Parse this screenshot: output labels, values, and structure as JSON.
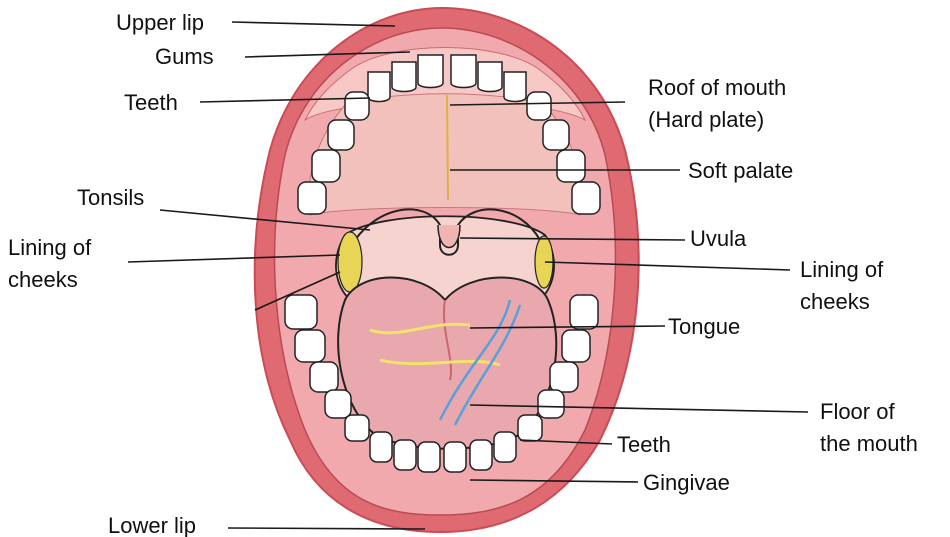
{
  "labels": {
    "upper_lip": "Upper lip",
    "gums": "Gums",
    "teeth_left": "Teeth",
    "tonsils": "Tonsils",
    "lining_left_1": "Lining of",
    "lining_left_2": "cheeks",
    "lower_lip": "Lower lip",
    "roof_1": "Roof of mouth",
    "roof_2": "(Hard plate)",
    "soft_palate": "Soft palate",
    "uvula": "Uvula",
    "lining_right_1": "Lining of",
    "lining_right_2": "cheeks",
    "tongue": "Tongue",
    "floor_1": "Floor of",
    "floor_2": "the mouth",
    "teeth_right": "Teeth",
    "gingivae": "Gingivae"
  },
  "colors": {
    "lip": "#e06a72",
    "lip_dark": "#c94b55",
    "gum": "#f2a9ad",
    "palate": "#f3c1bc",
    "throat": "#f6d3cf",
    "tongue": "#e9a8ad",
    "tooth": "#ffffff",
    "tonsil": "#e8d455",
    "vein": "#5aa0d8",
    "outline": "#222222"
  }
}
